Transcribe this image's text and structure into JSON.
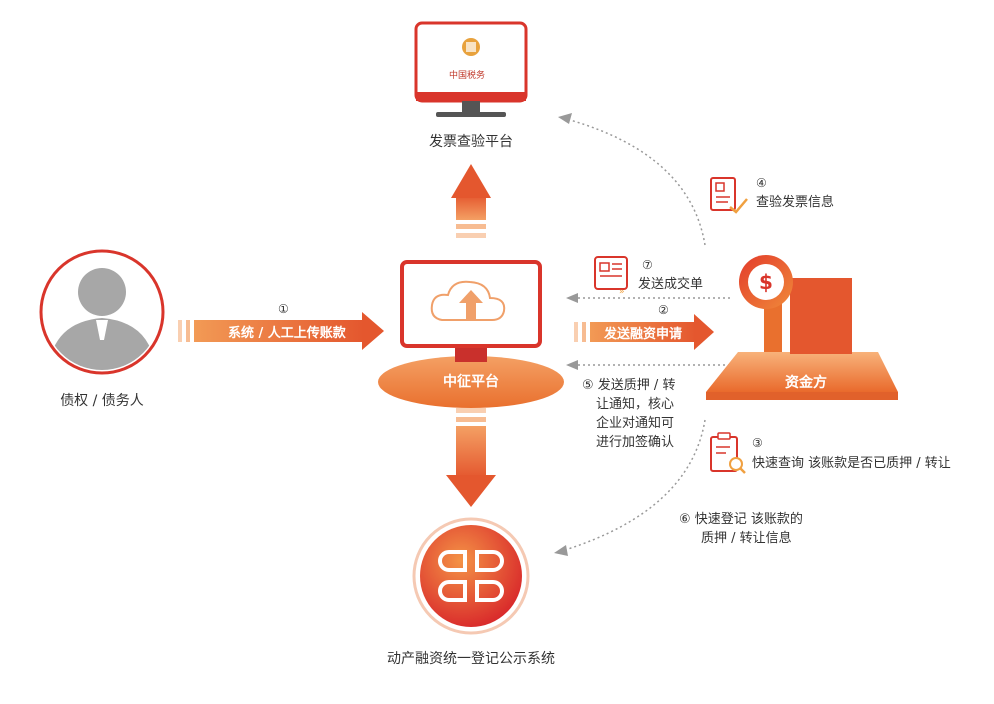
{
  "nodes": {
    "invoice_platform": "发票查验平台",
    "invoice_platform_logo_text": "中国税务",
    "zhongzheng": "中征平台",
    "debtor": "债权 / 债务人",
    "funder": "资金方",
    "registry": "动产融资统一登记公示系统"
  },
  "flows": {
    "step1": {
      "num": "①",
      "text": "系统 / 人工上传账款"
    },
    "step2": {
      "num": "②",
      "text": "发送融资申请"
    },
    "step3": {
      "num": "③",
      "text": "快速查询 该账款是否已质押 / 转让"
    },
    "step4": {
      "num": "④",
      "text": "查验发票信息"
    },
    "step5": {
      "num": "⑤",
      "line1": "发送质押 / 转",
      "line2": "让通知，核心",
      "line3": "企业对通知可",
      "line4": "进行加签确认"
    },
    "step6": {
      "num": "⑥",
      "line1": "快速登记 该账款的",
      "line2": "质押 / 转让信息"
    },
    "step7": {
      "num": "⑦",
      "text": "发送成交单"
    }
  },
  "colors": {
    "accent_red": "#d9352b",
    "accent_orange": "#ee7d2c",
    "gray_avatar": "#a7a7a7"
  }
}
